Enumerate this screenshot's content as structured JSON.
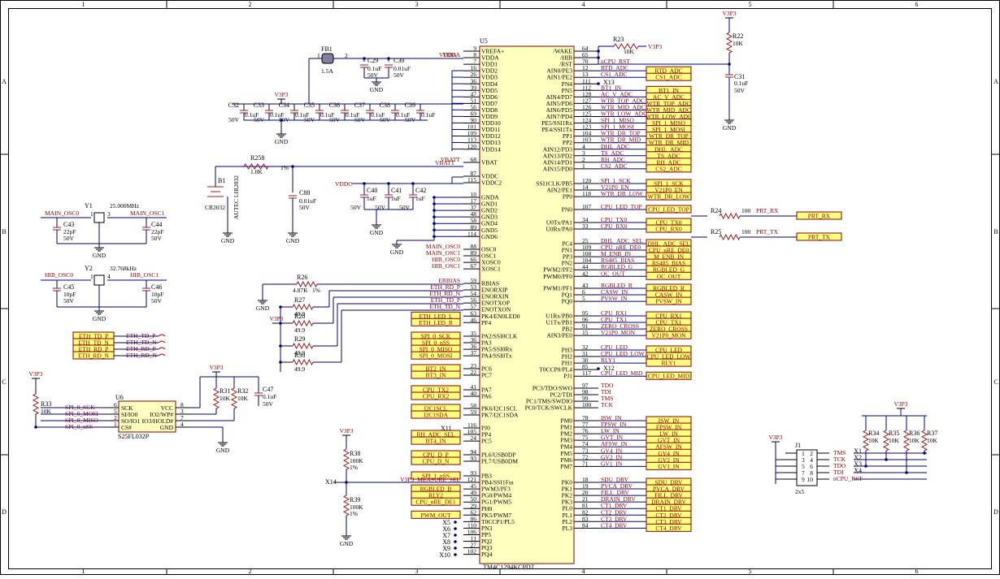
{
  "border": {
    "columns": [
      "1",
      "2",
      "3",
      "4",
      "5",
      "6"
    ],
    "rows": [
      "A",
      "B",
      "C",
      "D"
    ]
  },
  "u5": {
    "ref": "U5",
    "part": "TM4C1294KCPDT",
    "left_pins": [
      {
        "name": "VREFA+",
        "num": "9"
      },
      {
        "name": "VDDA",
        "num": "8"
      },
      {
        "name": "VDD1",
        "num": "7"
      },
      {
        "name": "VDD2",
        "num": "16"
      },
      {
        "name": "VDD3",
        "num": "26"
      },
      {
        "name": "VDD4",
        "num": "36"
      },
      {
        "name": "VDD5",
        "num": "39"
      },
      {
        "name": "VDD6",
        "num": "47"
      },
      {
        "name": "VDD7",
        "num": "51"
      },
      {
        "name": "VDD8",
        "num": "56"
      },
      {
        "name": "VDD9",
        "num": "69"
      },
      {
        "name": "VDD10",
        "num": "90"
      },
      {
        "name": "VDD11",
        "num": "101"
      },
      {
        "name": "VDD12",
        "num": "109"
      },
      {
        "name": "VDD13",
        "num": "113"
      },
      {
        "name": "VDD14",
        "num": "120"
      },
      {
        "name": "VBAT",
        "num": "68"
      },
      {
        "name": "VDDC",
        "num": "87"
      },
      {
        "name": "VDDC2",
        "num": "115"
      },
      {
        "name": "GNDA",
        "num": "10"
      },
      {
        "name": "GND1",
        "num": "17"
      },
      {
        "name": "GND2",
        "num": "37"
      },
      {
        "name": "GND3",
        "num": "48"
      },
      {
        "name": "GND4",
        "num": "58"
      },
      {
        "name": "GND5",
        "num": "89"
      },
      {
        "name": "GND6",
        "num": "114"
      },
      {
        "name": "OSC0",
        "num": "88"
      },
      {
        "name": "OSC1",
        "num": "89"
      },
      {
        "name": "XOSC0",
        "num": "66"
      },
      {
        "name": "XOSC1",
        "num": "67"
      },
      {
        "name": "RBIAS",
        "num": "59"
      },
      {
        "name": "ENORXIP",
        "num": "53"
      },
      {
        "name": "ENORXIN",
        "num": "54"
      },
      {
        "name": "ENOTXOP",
        "num": "56"
      },
      {
        "name": "ENOTXON",
        "num": "57"
      },
      {
        "name": "PK4/EN0LED0",
        "num": "63"
      },
      {
        "name": "PF4",
        "num": "46"
      },
      {
        "name": "PA2/SSI0CLK",
        "num": "35"
      },
      {
        "name": "PA3",
        "num": "36"
      },
      {
        "name": "PA5/SSI0Rx",
        "num": "36"
      },
      {
        "name": "PA4/SSI0Tx",
        "num": "37"
      },
      {
        "name": "PC6",
        "num": "23"
      },
      {
        "name": "PC7",
        "num": "22"
      },
      {
        "name": "PA7",
        "num": "41"
      },
      {
        "name": "PA6",
        "num": "40"
      },
      {
        "name": "PK6/I2C1SCL",
        "num": "58"
      },
      {
        "name": "PK7/I2C1SDA",
        "num": "59"
      },
      {
        "name": "PJ0",
        "num": "116"
      },
      {
        "name": "PP4",
        "num": "105"
      },
      {
        "name": "PC5",
        "num": "24"
      },
      {
        "name": "PL6/USB0DP",
        "num": "94"
      },
      {
        "name": "PL7/USB0DM",
        "num": "93"
      },
      {
        "name": "PB3",
        "num": "93"
      },
      {
        "name": "PB4/SSI1Fss",
        "num": "121"
      },
      {
        "name": "PWM3/PF3",
        "num": "45"
      },
      {
        "name": "PG0/PWM4",
        "num": "49"
      },
      {
        "name": "PG1/PWM5",
        "num": "50"
      },
      {
        "name": "PH0",
        "num": "29"
      },
      {
        "name": "PK5/PWM7",
        "num": "62"
      },
      {
        "name": "T0CCP1/PL5",
        "num": "86"
      },
      {
        "name": "PN3",
        "num": "110"
      },
      {
        "name": "PP5",
        "num": "106"
      },
      {
        "name": "PQ2",
        "num": "11"
      },
      {
        "name": "PQ3",
        "num": "27"
      },
      {
        "name": "PQ4",
        "num": "102"
      }
    ],
    "right_pins": [
      {
        "name": "/WAKE",
        "num": "64"
      },
      {
        "name": "/HIB",
        "num": "65"
      },
      {
        "name": "/RST",
        "num": "70"
      },
      {
        "name": "AIN0/PE3",
        "num": "12"
      },
      {
        "name": "AIN1/PE2",
        "num": "13"
      },
      {
        "name": "PN4",
        "num": "111"
      },
      {
        "name": "PN5",
        "num": "112"
      },
      {
        "name": "AIN4/PD7",
        "num": "128"
      },
      {
        "name": "AIN5/PD6",
        "num": "127"
      },
      {
        "name": "AIN6/PD5",
        "num": "126"
      },
      {
        "name": "AIN7/PD4",
        "num": "125"
      },
      {
        "name": "PE5/SSI1Rx",
        "num": "124"
      },
      {
        "name": "PE4/SSI1Tx",
        "num": "123"
      },
      {
        "name": "PP1",
        "num": "104"
      },
      {
        "name": "PP2",
        "num": "103"
      },
      {
        "name": "AIN12/PD3",
        "num": "4"
      },
      {
        "name": "AIN13/PD2",
        "num": "3"
      },
      {
        "name": "AIN14/PD1",
        "num": "2"
      },
      {
        "name": "AIN15/PD0",
        "num": "1"
      },
      {
        "name": "SSI1CLK/PB5",
        "num": "120"
      },
      {
        "name": "AIN2/PE1",
        "num": "14"
      },
      {
        "name": "PP0",
        "num": "118"
      },
      {
        "name": "PN0",
        "num": "107"
      },
      {
        "name": "U0Tx/PA1",
        "num": "34"
      },
      {
        "name": "U0Rx/PA0",
        "num": "33"
      },
      {
        "name": "PC4",
        "num": "25"
      },
      {
        "name": "PN1",
        "num": "109"
      },
      {
        "name": "PP3",
        "num": "108"
      },
      {
        "name": "PN2",
        "num": "104"
      },
      {
        "name": "PWM2/PF2",
        "num": "44"
      },
      {
        "name": "PWM0/PF0",
        "num": "42"
      },
      {
        "name": "PWM1/PF1",
        "num": "43"
      },
      {
        "name": "PQ1",
        "num": "6"
      },
      {
        "name": "PQ0",
        "num": "5"
      },
      {
        "name": "U1Rx/PB0",
        "num": "95"
      },
      {
        "name": "U1Tx/PB1",
        "num": "96"
      },
      {
        "name": "PB2",
        "num": "91"
      },
      {
        "name": "AIN3/PE0",
        "num": "15"
      },
      {
        "name": "PH3",
        "num": "32"
      },
      {
        "name": "PH2",
        "num": "31"
      },
      {
        "name": "PH1",
        "num": "30"
      },
      {
        "name": "T0CCP0/PL4",
        "num": "85"
      },
      {
        "name": "PJ1",
        "num": "117"
      },
      {
        "name": "PC3/TDO/SWO",
        "num": "97"
      },
      {
        "name": "PC2/TDI",
        "num": "98"
      },
      {
        "name": "PC1/TMS/SWDIO",
        "num": "99"
      },
      {
        "name": "PC0/TCK/SWCLK",
        "num": "100"
      },
      {
        "name": "PM0",
        "num": "78"
      },
      {
        "name": "PM1",
        "num": "77"
      },
      {
        "name": "PM2",
        "num": "76"
      },
      {
        "name": "PM3",
        "num": "75"
      },
      {
        "name": "PM4",
        "num": "74"
      },
      {
        "name": "PM5",
        "num": "73"
      },
      {
        "name": "PM6",
        "num": "72"
      },
      {
        "name": "PM7",
        "num": "71"
      },
      {
        "name": "PK0",
        "num": "18"
      },
      {
        "name": "PK1",
        "num": "19"
      },
      {
        "name": "PK2",
        "num": "20"
      },
      {
        "name": "PK3",
        "num": "21"
      },
      {
        "name": "PL0",
        "num": "81"
      },
      {
        "name": "PL1",
        "num": "82"
      },
      {
        "name": "PL2",
        "num": "83"
      },
      {
        "name": "PL3",
        "num": "84"
      }
    ]
  },
  "right_nets": [
    {
      "net": "",
      "port": ""
    },
    {
      "net": "",
      "port": ""
    },
    {
      "net": "nCPU_RST",
      "port": ""
    },
    {
      "net": "RTD_ADC",
      "port": "RTD_ADC"
    },
    {
      "net": "CS1_ADC",
      "port": "CS1_ADC"
    },
    {
      "net": "",
      "port": ""
    },
    {
      "net": "BT1_IN",
      "port": "BT1_IN"
    },
    {
      "net": "AC_V_ADC",
      "port": "AC_V_ADC"
    },
    {
      "net": "WTR_TOP_ADC",
      "port": "WTR_TOP_ADC"
    },
    {
      "net": "WTR_MID_ADC",
      "port": "WTR_MID_ADC"
    },
    {
      "net": "WTR_LOW_ADC",
      "port": "WTR_LOW_ADC"
    },
    {
      "net": "SPI_1_MISO",
      "port": "SPI_1_MISO"
    },
    {
      "net": "SPI_1_MOSI",
      "port": "SPI_1_MOSI"
    },
    {
      "net": "WTR_DR_TOP",
      "port": "WTR_DR_TOP"
    },
    {
      "net": "WTR_DR_MID",
      "port": "WTR_DR_MID"
    },
    {
      "net": "DHL_ADC",
      "port": "DHL_ADC"
    },
    {
      "net": "TS_ADC",
      "port": "TS_ADC"
    },
    {
      "net": "RH_ADC",
      "port": "RH_ADC"
    },
    {
      "net": "CS2_ADC",
      "port": "CS2_ADC"
    },
    {
      "net": "SPI_1_SCK",
      "port": "SPI_1_SCK"
    },
    {
      "net": "V21P0_EN",
      "port": "V21P0_EN"
    },
    {
      "net": "WTR_DR_LOW",
      "port": "WTR_DR_LOW"
    },
    {
      "net": "CPU_LED_TOP",
      "port": "CPU_LED_TOP"
    },
    {
      "net": "CPU_TX0",
      "port": "CPU_TX0"
    },
    {
      "net": "CPU_RX0",
      "port": "CPU_RX0"
    },
    {
      "net": "DHL_ADC_SEL",
      "port": "DHL_ADC_SEL"
    },
    {
      "net": "CPU_nRE_DE0",
      "port": "CPU_nRE_DE0"
    },
    {
      "net": "M_ENB_IN",
      "port": "M_ENB_IN"
    },
    {
      "net": "RS485_BIAS",
      "port": "RS485_BIAS"
    },
    {
      "net": "RGBLED_G",
      "port": "RGBLED_G"
    },
    {
      "net": "OC_OUT",
      "port": "OC_OUT"
    },
    {
      "net": "RGBLED_R",
      "port": "RGBLED_R"
    },
    {
      "net": "CASW_IN",
      "port": "CASW_IN"
    },
    {
      "net": "PVSW_IN",
      "port": "PVSW_IN"
    },
    {
      "net": "CPU_RX1",
      "port": "CPU_RX1"
    },
    {
      "net": "CPU_TX1",
      "port": "CPU_TX1"
    },
    {
      "net": "ZERO_CROSS",
      "port": "ZERO_CROSS"
    },
    {
      "net": "V21P0_MON",
      "port": "V21P0_MON"
    },
    {
      "net": "CPU_LED",
      "port": "CPU_LED"
    },
    {
      "net": "CPU_LED_LOW",
      "port": "CPU_LED_LOW"
    },
    {
      "net": "RLY1",
      "port": "RLY1"
    },
    {
      "net": "",
      "port": ""
    },
    {
      "net": "CPU_LED_MID",
      "port": "CPU_LED_MID"
    },
    {
      "net": "TDO",
      "port": ""
    },
    {
      "net": "TDI",
      "port": ""
    },
    {
      "net": "TMS",
      "port": ""
    },
    {
      "net": "TCK",
      "port": ""
    },
    {
      "net": "ISW_IN",
      "port": "ISW_IN"
    },
    {
      "net": "FPSW_IN",
      "port": "FPSW_IN"
    },
    {
      "net": "LW_IN",
      "port": "LW_IN"
    },
    {
      "net": "GVT_IN",
      "port": "GVT_IN"
    },
    {
      "net": "AFSW_IN",
      "port": "AFSW_IN"
    },
    {
      "net": "GV4_IN",
      "port": "GV4_IN"
    },
    {
      "net": "GV2_IN",
      "port": "GV2_IN"
    },
    {
      "net": "GV1_IN",
      "port": "GV1_IN"
    },
    {
      "net": "SDU_DRV",
      "port": "SDU_DRV"
    },
    {
      "net": "PVCA_DRV",
      "port": "PVCA_DRV"
    },
    {
      "net": "FILL_DRV",
      "port": "FILL_DRV"
    },
    {
      "net": "DRAIN_DRV",
      "port": "DRAIN_DRV"
    },
    {
      "net": "CT1_DRV",
      "port": "CT1_DRV"
    },
    {
      "net": "CT2_DRV",
      "port": "CT2_DRV"
    },
    {
      "net": "CT3_DRV",
      "port": "CT3_DRV"
    },
    {
      "net": "CT4_DRV",
      "port": "CT4_DRV"
    }
  ],
  "left_nets": [
    {
      "net": "",
      "port": ""
    },
    {
      "net": "VDDA",
      "port": ""
    },
    {
      "net": "",
      "port": ""
    },
    {
      "net": "",
      "port": ""
    },
    {
      "net": "",
      "port": ""
    },
    {
      "net": "",
      "port": ""
    },
    {
      "net": "",
      "port": ""
    },
    {
      "net": "",
      "port": ""
    },
    {
      "net": "",
      "port": ""
    },
    {
      "net": "",
      "port": ""
    },
    {
      "net": "",
      "port": ""
    },
    {
      "net": "",
      "port": ""
    },
    {
      "net": "",
      "port": ""
    },
    {
      "net": "",
      "port": ""
    },
    {
      "net": "",
      "port": ""
    },
    {
      "net": "",
      "port": ""
    },
    {
      "net": "VBATT",
      "port": ""
    },
    {
      "net": "",
      "port": ""
    },
    {
      "net": "",
      "port": ""
    },
    {
      "net": "",
      "port": ""
    },
    {
      "net": "",
      "port": ""
    },
    {
      "net": "",
      "port": ""
    },
    {
      "net": "",
      "port": ""
    },
    {
      "net": "",
      "port": ""
    },
    {
      "net": "",
      "port": ""
    },
    {
      "net": "",
      "port": ""
    },
    {
      "net": "MAIN_OSC0",
      "port": ""
    },
    {
      "net": "MAIN_OSC1",
      "port": ""
    },
    {
      "net": "HIB_OSC0",
      "port": ""
    },
    {
      "net": "HIB_OSC1",
      "port": ""
    },
    {
      "net": "ERBIAS",
      "port": ""
    },
    {
      "net": "ETH_RD_P",
      "port": ""
    },
    {
      "net": "ETH_RD_N",
      "port": ""
    },
    {
      "net": "ETH_TD_P",
      "port": ""
    },
    {
      "net": "ETH_TD_N",
      "port": ""
    },
    {
      "net": "ETH_LED_L",
      "port": "ETH_LED_L"
    },
    {
      "net": "ETH_LED_R",
      "port": "ETH_LED_R"
    },
    {
      "net": "SPI_0_SCK",
      "port": "SPI_0_SCK"
    },
    {
      "net": "SPI_0_nSS",
      "port": "SPI_0_nSS"
    },
    {
      "net": "SPI_0_MISO",
      "port": "SPI_0_MISO"
    },
    {
      "net": "SPI_0_MOSI",
      "port": "SPI_0_MOSI"
    },
    {
      "net": "BT2_IN",
      "port": "BT2_IN"
    },
    {
      "net": "BT3_IN",
      "port": "BT3_IN"
    },
    {
      "net": "CPU_TX2",
      "port": "CPU_TX2"
    },
    {
      "net": "CPU_RX2",
      "port": "CPU_RX2"
    },
    {
      "net": "I2C1SCL",
      "port": "I2C1SCL"
    },
    {
      "net": "I2C1SDA",
      "port": "I2C1SDA"
    },
    {
      "net": "",
      "port": ""
    },
    {
      "net": "RH_ADC_SEL",
      "port": "RH_ADC_SEL"
    },
    {
      "net": "BT4_IN",
      "port": "BT4_IN"
    },
    {
      "net": "CPU_D_P",
      "port": "CPU_D_P"
    },
    {
      "net": "CPU_D_N",
      "port": "CPU_D_N"
    },
    {
      "net": "SPI_1_nSS",
      "port": "SPI_1_nSS"
    },
    {
      "net": "V3P3_MEASURE_SEL",
      "port": ""
    },
    {
      "net": "RGBLED_B",
      "port": "RGBLED_B"
    },
    {
      "net": "RLY2",
      "port": "RLY2"
    },
    {
      "net": "CPU_nRE_DE1",
      "port": "CPU_nRE_DE1"
    },
    {
      "net": "",
      "port": ""
    },
    {
      "net": "PWM_OUT",
      "port": "PWM_OUT"
    },
    {
      "net": "",
      "port": ""
    },
    {
      "net": "",
      "port": ""
    },
    {
      "net": "",
      "port": ""
    },
    {
      "net": "",
      "port": ""
    },
    {
      "net": "",
      "port": ""
    },
    {
      "net": "",
      "port": ""
    }
  ],
  "labels": {
    "fb1": "FB1",
    "fb1_val": "1.5A",
    "fb1_p1": "1",
    "fb1_p2": "2",
    "c29": "C29",
    "c29_v": "0.1uF",
    "c29_r": "50V",
    "c30": "C30",
    "c30_v": "0.01uF",
    "c30_r": "50V",
    "v3p3": "V3P3",
    "gnd": "GND",
    "caps14": [
      {
        "r": "C32",
        "v": "0.1uF",
        "vr": "50V"
      },
      {
        "r": "C33",
        "v": "0.1uF",
        "vr": "50V"
      },
      {
        "r": "C34",
        "v": "0.1uF",
        "vr": "50V"
      },
      {
        "r": "C35",
        "v": "0.1uF",
        "vr": "50V"
      },
      {
        "r": "C36",
        "v": "0.1uF",
        "vr": "50V"
      },
      {
        "r": "C37",
        "v": "0.1uF",
        "vr": "50V"
      },
      {
        "r": "C38",
        "v": "0.1uF",
        "vr": "50V"
      },
      {
        "r": "C39",
        "v": "0.1uF",
        "vr": "50V"
      }
    ],
    "r258": "R258",
    "r258_v": "1.0K",
    "r258_t": "1%",
    "b1": "B1",
    "b1_part": "AUTEC LIR2032",
    "b1_type": "CR2032",
    "c88": "C88",
    "c88_v": "0.01uF",
    "c88_r": "50V",
    "vddc": "VDDC",
    "c40": "C40",
    "c40_v": "1uF",
    "c40_r": "50V",
    "c41": "C41",
    "c41_v": "1uF",
    "c41_r": "50V",
    "c42": "C42",
    "c42_v": "1uF",
    "c42_r": "50V",
    "y1": "Y1",
    "y1_v": "25.000MHz",
    "y2": "Y2",
    "y2_v": "32.768kHz",
    "main_osc0": "MAIN_OSC0",
    "main_osc1": "MAIN_OSC1",
    "hib_osc0": "HIB_OSC0",
    "hib_osc1": "HIB_OSC1",
    "c43": "C43",
    "c43_v": "22pF",
    "c43_r": "50V",
    "c44": "C44",
    "c44_v": "22pF",
    "c44_r": "50V",
    "c45": "C45",
    "c45_v": "10pF",
    "c45_r": "50V",
    "c46": "C46",
    "c46_v": "10pF",
    "c46_r": "50V",
    "y_pins": [
      "1",
      "2",
      "3",
      "4"
    ],
    "r26": "R26",
    "r26_v": "4.87K",
    "r26_t": "1%",
    "r27": "R27",
    "r28": "R28",
    "r29": "R29",
    "r30": "R30",
    "r49": "49.9",
    "eth_ports": [
      "ETH_TD_P",
      "ETH_TD_N",
      "ETH_RD_P",
      "ETH_RD_N"
    ],
    "r23": "R23",
    "r23_v": "10K",
    "r22": "R22",
    "r22_v": "10K",
    "c31": "C31",
    "c31_v": "0.1uF",
    "c31_r": "50V",
    "x13": "X13",
    "x12": "X12",
    "x11": "X11",
    "x14": "X14",
    "x_list": [
      "X5",
      "X6",
      "X7",
      "X8",
      "X9",
      "X10"
    ],
    "r24": "R24",
    "r24_v": "100",
    "r25": "R25",
    "r25_v": "100",
    "prt_rx": "PRT_RX",
    "prt_tx": "PRT_TX",
    "u6": "U6",
    "u6_part": "S25FL032P",
    "u6_left": [
      {
        "n": "SCK",
        "p": "6"
      },
      {
        "n": "SI/IO0",
        "p": "5"
      },
      {
        "n": "SO/IO1",
        "p": "2"
      },
      {
        "n": "CS#",
        "p": "1"
      }
    ],
    "u6_right": [
      {
        "n": "VCC",
        "p": "8"
      },
      {
        "n": "IO2/WP#",
        "p": "3"
      },
      {
        "n": "IO3/HOLD#",
        "p": "7"
      },
      {
        "n": "GND",
        "p": "4"
      }
    ],
    "u6_nets": [
      "SPI_0_SCK",
      "SPI_0_MOSI",
      "SPI_0_MISO",
      "SPI_0_nSS"
    ],
    "r33": "R33",
    "r33_v": "10K",
    "r31": "R31",
    "r31_v": "10K",
    "r32": "R32",
    "r32_v": "10K",
    "c47": "C47",
    "c47_v": "0.1uF",
    "c47_r": "50V",
    "r38": "R38",
    "r38_v": "100K",
    "r38_t": "1%",
    "r39": "R39",
    "r39_v": "100K",
    "r39_t": "1%",
    "j1": "J1",
    "j1_part": "2x5",
    "j1_left": [
      "1",
      "3",
      "5",
      "7",
      "9"
    ],
    "j1_right": [
      "2",
      "4",
      "6",
      "8",
      "10"
    ],
    "j1_nets": [
      "TMS",
      "TCK",
      "TDO",
      "TDI",
      "nCPU_RST"
    ],
    "r34": "R34",
    "r34_v": "10K",
    "r35": "R35",
    "r35_v": "10K",
    "r36": "R36",
    "r36_v": "10K",
    "r37": "R37",
    "r37_v": "10K",
    "x_j": [
      "X1",
      "X2",
      "X3",
      "X4"
    ]
  }
}
